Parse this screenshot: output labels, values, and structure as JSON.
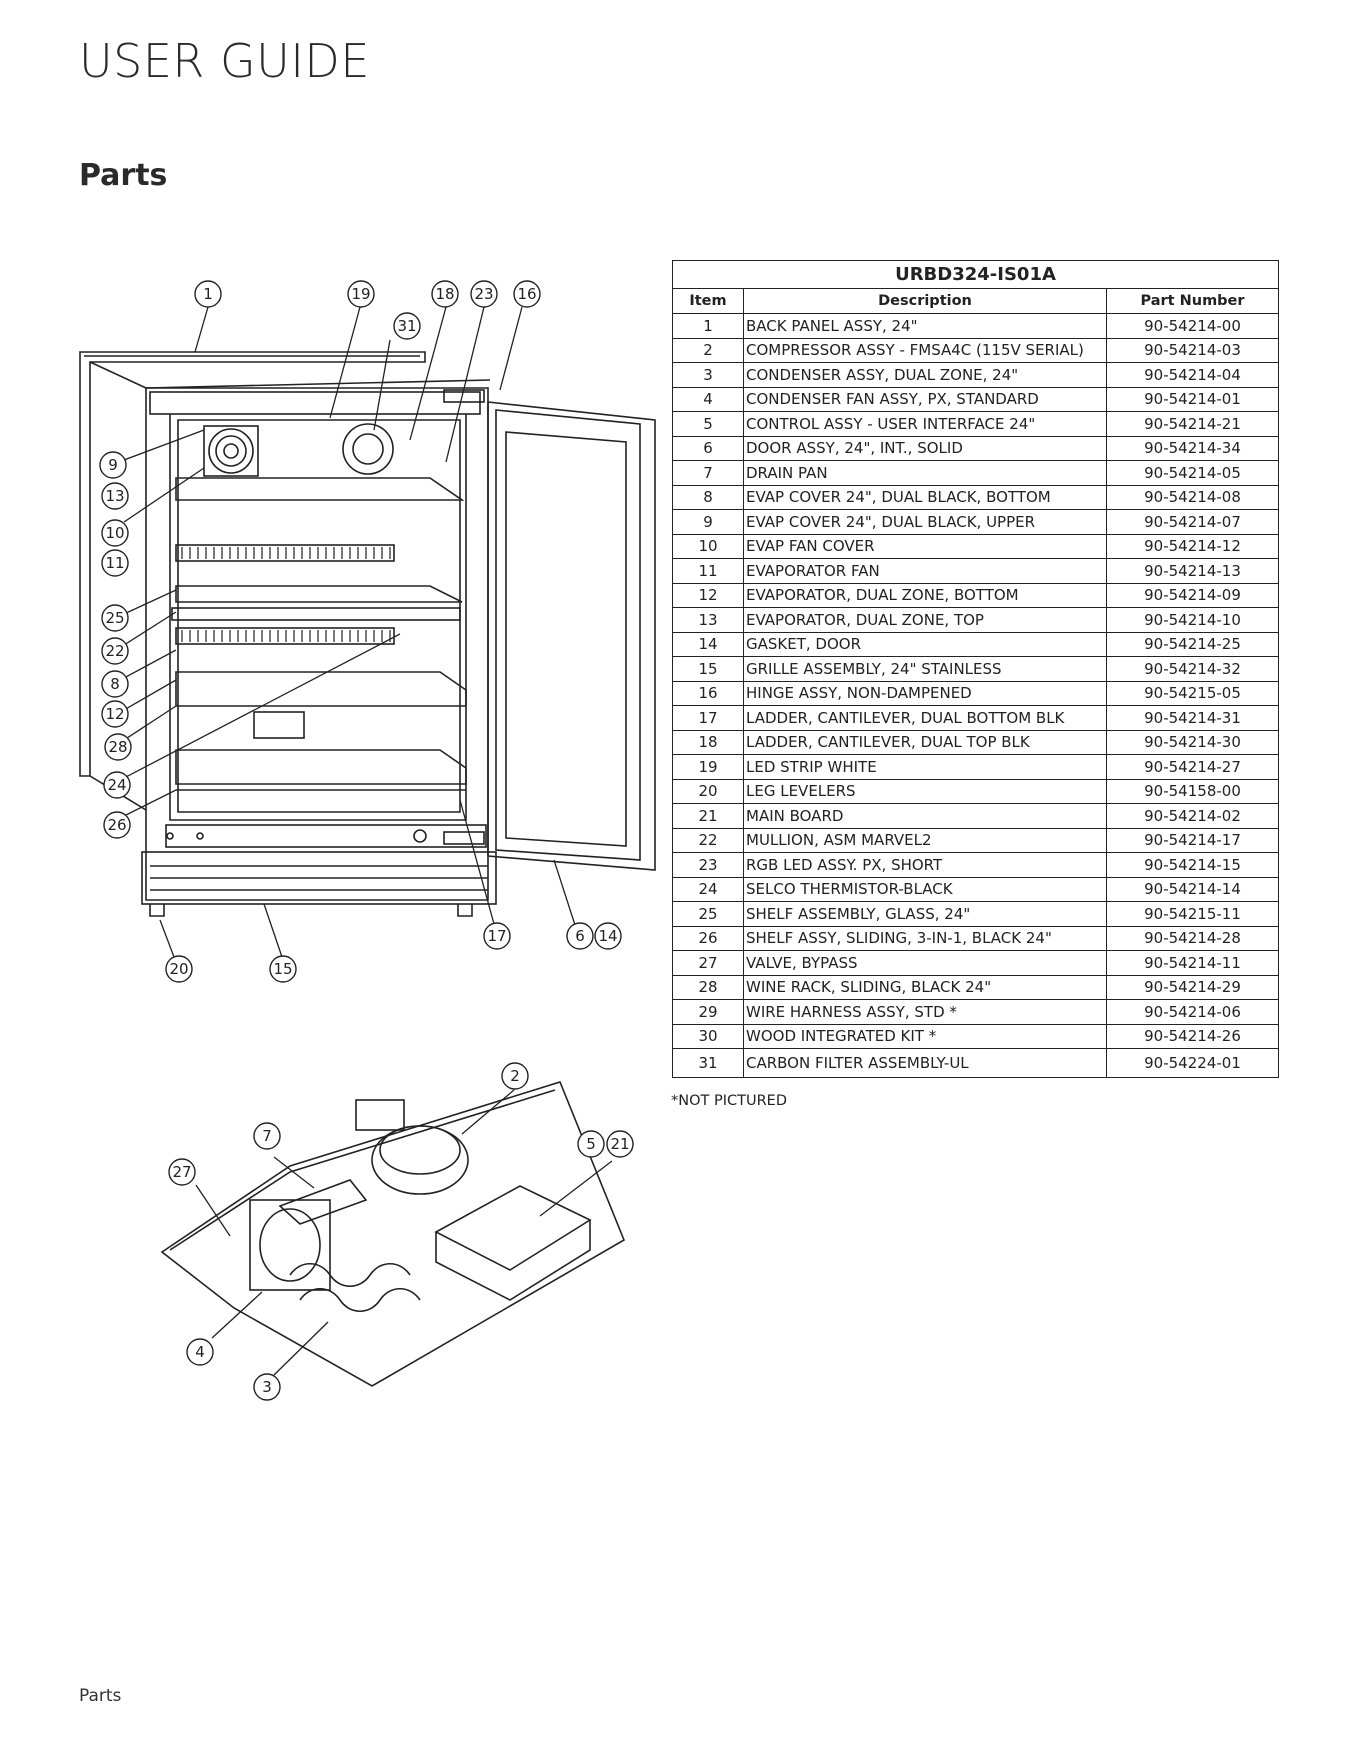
{
  "header": {
    "title": "USER GUIDE"
  },
  "section": {
    "title": "Parts"
  },
  "table": {
    "model": "URBD324-IS01A",
    "headers": {
      "item": "Item",
      "description": "Description",
      "part_number": "Part Number"
    },
    "rows": [
      {
        "item": "1",
        "description": "BACK PANEL ASSY, 24\"",
        "part_number": "90-54214-00"
      },
      {
        "item": "2",
        "description": "COMPRESSOR ASSY - FMSA4C (115V SERIAL)",
        "part_number": "90-54214-03"
      },
      {
        "item": "3",
        "description": "CONDENSER ASSY, DUAL ZONE, 24\"",
        "part_number": "90-54214-04"
      },
      {
        "item": "4",
        "description": "CONDENSER FAN ASSY, PX, STANDARD",
        "part_number": "90-54214-01"
      },
      {
        "item": "5",
        "description": "CONTROL ASSY - USER INTERFACE 24\"",
        "part_number": "90-54214-21"
      },
      {
        "item": "6",
        "description": "DOOR ASSY, 24\", INT., SOLID",
        "part_number": "90-54214-34"
      },
      {
        "item": "7",
        "description": "DRAIN PAN",
        "part_number": "90-54214-05"
      },
      {
        "item": "8",
        "description": "EVAP COVER 24\", DUAL BLACK, BOTTOM",
        "part_number": "90-54214-08"
      },
      {
        "item": "9",
        "description": "EVAP COVER 24\", DUAL BLACK, UPPER",
        "part_number": "90-54214-07"
      },
      {
        "item": "10",
        "description": "EVAP FAN COVER",
        "part_number": "90-54214-12"
      },
      {
        "item": "11",
        "description": "EVAPORATOR FAN",
        "part_number": "90-54214-13"
      },
      {
        "item": "12",
        "description": "EVAPORATOR, DUAL ZONE, BOTTOM",
        "part_number": "90-54214-09"
      },
      {
        "item": "13",
        "description": "EVAPORATOR, DUAL ZONE, TOP",
        "part_number": "90-54214-10"
      },
      {
        "item": "14",
        "description": "GASKET, DOOR",
        "part_number": "90-54214-25"
      },
      {
        "item": "15",
        "description": "GRILLE ASSEMBLY, 24\" STAINLESS",
        "part_number": "90-54214-32"
      },
      {
        "item": "16",
        "description": "HINGE ASSY, NON-DAMPENED",
        "part_number": "90-54215-05"
      },
      {
        "item": "17",
        "description": "LADDER, CANTILEVER, DUAL BOTTOM BLK",
        "part_number": "90-54214-31"
      },
      {
        "item": "18",
        "description": "LADDER, CANTILEVER, DUAL TOP BLK",
        "part_number": "90-54214-30"
      },
      {
        "item": "19",
        "description": "LED STRIP WHITE",
        "part_number": "90-54214-27"
      },
      {
        "item": "20",
        "description": "LEG LEVELERS",
        "part_number": "90-54158-00"
      },
      {
        "item": "21",
        "description": "MAIN BOARD",
        "part_number": "90-54214-02"
      },
      {
        "item": "22",
        "description": "MULLION, ASM MARVEL2",
        "part_number": "90-54214-17"
      },
      {
        "item": "23",
        "description": "RGB LED ASSY. PX, SHORT",
        "part_number": "90-54214-15"
      },
      {
        "item": "24",
        "description": "SELCO THERMISTOR-BLACK",
        "part_number": "90-54214-14"
      },
      {
        "item": "25",
        "description": "SHELF ASSEMBLY, GLASS, 24\"",
        "part_number": "90-54215-11"
      },
      {
        "item": "26",
        "description": "SHELF ASSY, SLIDING, 3-IN-1, BLACK 24\"",
        "part_number": "90-54214-28"
      },
      {
        "item": "27",
        "description": "VALVE, BYPASS",
        "part_number": "90-54214-11"
      },
      {
        "item": "28",
        "description": "WINE RACK, SLIDING, BLACK 24\"",
        "part_number": "90-54214-29"
      },
      {
        "item": "29",
        "description": "WIRE HARNESS ASSY, STD *",
        "part_number": "90-54214-06"
      },
      {
        "item": "30",
        "description": "WOOD INTEGRATED KIT *",
        "part_number": "90-54214-26"
      },
      {
        "item": "31",
        "description": "CARBON FILTER ASSEMBLY-UL",
        "part_number": "90-54224-01"
      }
    ],
    "footnote": "*NOT PICTURED"
  },
  "diagram": {
    "callouts_upper": [
      "1",
      "19",
      "18",
      "23",
      "16",
      "31",
      "9",
      "13",
      "10",
      "11",
      "25",
      "22",
      "8",
      "12",
      "28",
      "24",
      "26",
      "17",
      "6",
      "14",
      "20",
      "15"
    ],
    "callouts_lower": [
      "2",
      "7",
      "5",
      "21",
      "27",
      "4",
      "3"
    ]
  },
  "footer": {
    "label": "Parts"
  }
}
